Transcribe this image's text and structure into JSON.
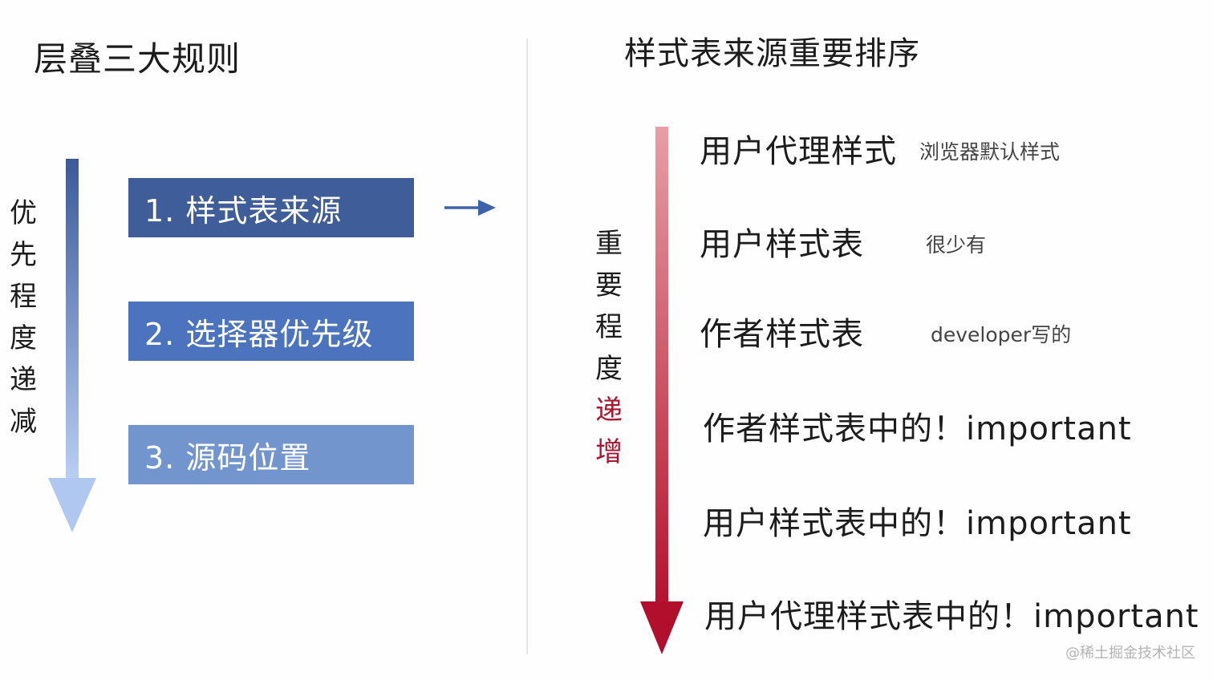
{
  "left": {
    "title": "层叠三大规则",
    "vertical_label": [
      "优",
      "先",
      "程",
      "度",
      "递",
      "减"
    ],
    "rules": [
      "1. 样式表来源",
      "2. 选择器优先级",
      "3. 源码位置"
    ]
  },
  "right": {
    "title": "样式表来源重要排序",
    "vertical_label": [
      "重",
      "要",
      "程",
      "度",
      "递",
      "增"
    ],
    "sources": [
      {
        "label": "用户代理样式",
        "note": "浏览器默认样式"
      },
      {
        "label": "用户样式表",
        "note": "很少有"
      },
      {
        "label": "作者样式表",
        "note": "developer写的"
      },
      {
        "label": "作者样式表中的！important",
        "note": ""
      },
      {
        "label": "用户样式表中的！important",
        "note": ""
      },
      {
        "label": "用户代理样式表中的！important",
        "note": ""
      }
    ]
  },
  "watermark": "@稀土掘金技术社区",
  "colors": {
    "rule1": "#3f5d98",
    "rule2": "#4c73bd",
    "rule3": "#7395cd",
    "left_arrow_top": "#3b5a96",
    "left_arrow_bottom": "#b9cff2",
    "right_arrow_top": "#e79fa3",
    "right_arrow_bottom": "#b5122f",
    "highlight": "#a8172f"
  }
}
